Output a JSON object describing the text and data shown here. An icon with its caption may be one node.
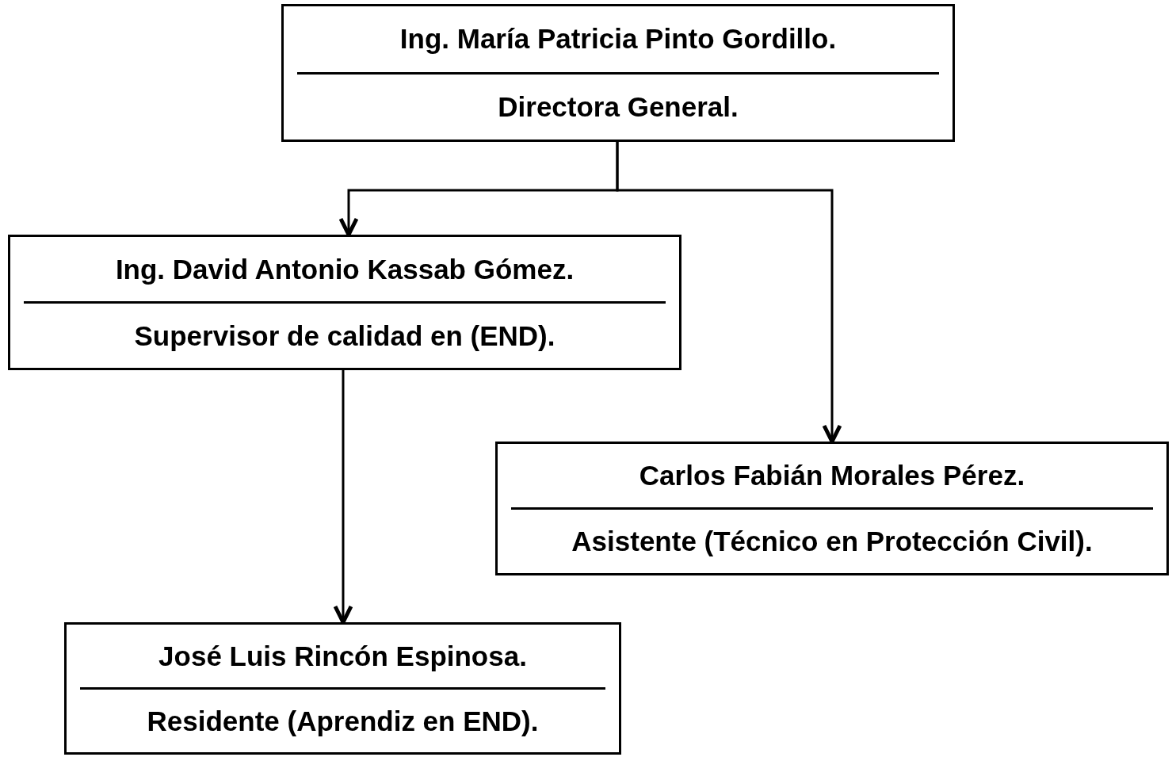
{
  "diagram": {
    "nodes": [
      {
        "text": [
          "Ing. María Patricia Pinto Gordillo.",
          "Directora General."
        ]
      },
      {
        "text": [
          "Ing. David Antonio Kassab Gómez.",
          "Supervisor de calidad en (END)."
        ]
      },
      {
        "text": [
          "Carlos Fabián Morales Pérez.",
          "Asistente (Técnico en Protección Civil)."
        ]
      },
      {
        "text": [
          "José Luis Rincón Espinosa.",
          "Residente (Aprendiz en END)."
        ]
      }
    ],
    "edges": [
      {
        "from": 0,
        "to": 1,
        "arrow": "to"
      },
      {
        "from": 0,
        "to": 2,
        "arrow": "to"
      },
      {
        "from": 1,
        "to": 3,
        "arrow": "to"
      }
    ]
  }
}
